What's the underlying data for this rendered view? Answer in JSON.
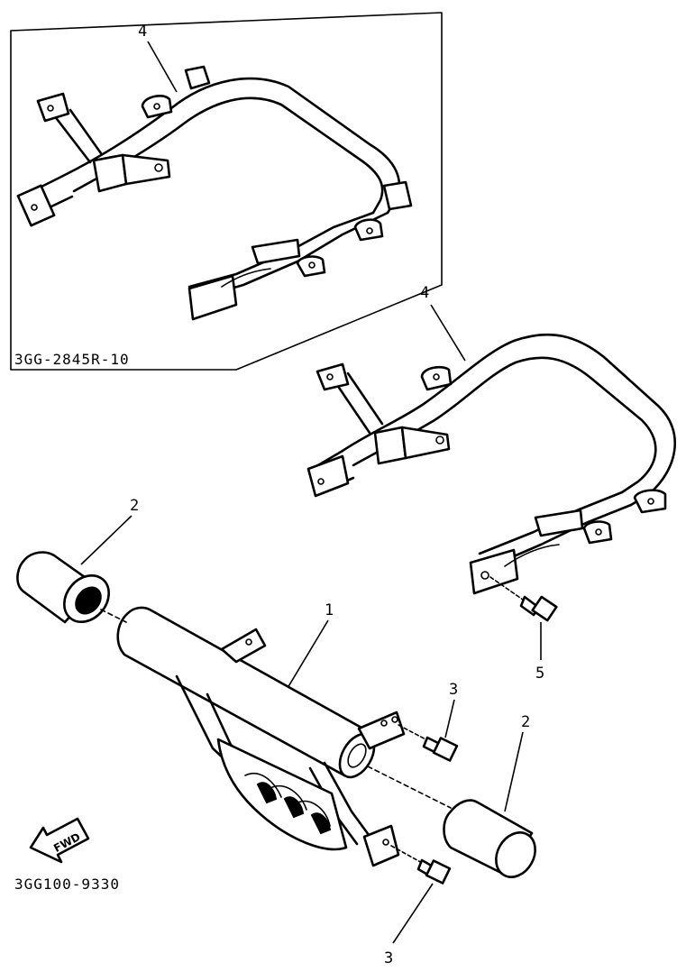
{
  "inset": {
    "code": "3GG-2845R-10",
    "callout": "4"
  },
  "figure_code": "3GG100-9330",
  "fwd_label": "FWD",
  "callouts": {
    "part_1": "1",
    "part_2_left": "2",
    "part_2_right": "2",
    "part_3_upper": "3",
    "part_3_lower": "3",
    "part_4": "4",
    "part_5": "5"
  },
  "colors": {
    "line": "#000000",
    "background": "#ffffff"
  }
}
